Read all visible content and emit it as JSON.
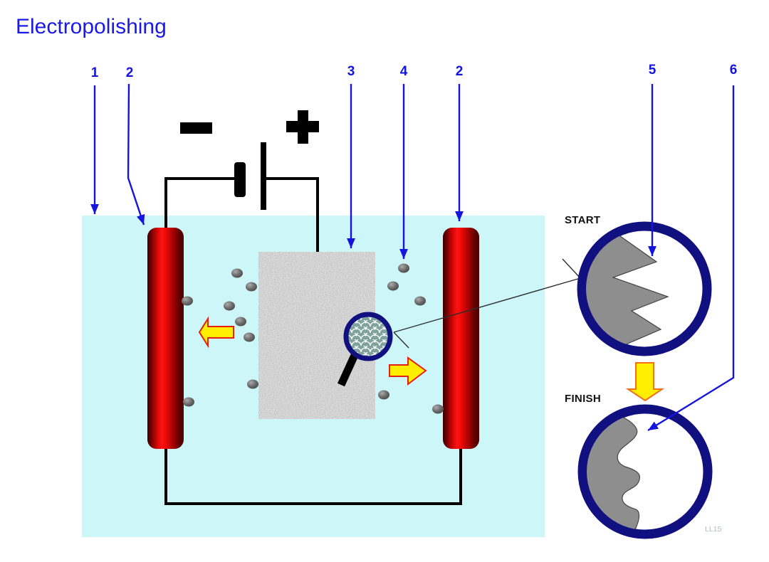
{
  "title": "Electropolishing",
  "callouts": [
    "1",
    "2",
    "3",
    "4",
    "2",
    "5",
    "6"
  ],
  "detail": {
    "start": "START",
    "finish": "FINISH"
  },
  "watermark": "LL15",
  "icons": {
    "battery_negative": "minus-icon",
    "battery_positive": "plus-icon",
    "magnifier": "magnifier-icon",
    "flow_left": "arrow-left-icon",
    "flow_right": "arrow-right-icon",
    "process_down": "arrow-down-icon"
  },
  "colors": {
    "title_blue": "#1a1ae6",
    "callout_blue": "#1414dd",
    "electrolyte_cyan": "#cdf6f9",
    "electrode_red": "#e60707",
    "detail_ring_navy": "#101080",
    "arrow_yellow": "#ffee00",
    "arrow_red_border": "#e42010",
    "arrow_orange_border": "#f07020",
    "particle_gray": "#5a5a5a",
    "surface_gray": "#8e8e8e",
    "label_black": "#111111",
    "watermark_gray": "#b4bcc4"
  }
}
